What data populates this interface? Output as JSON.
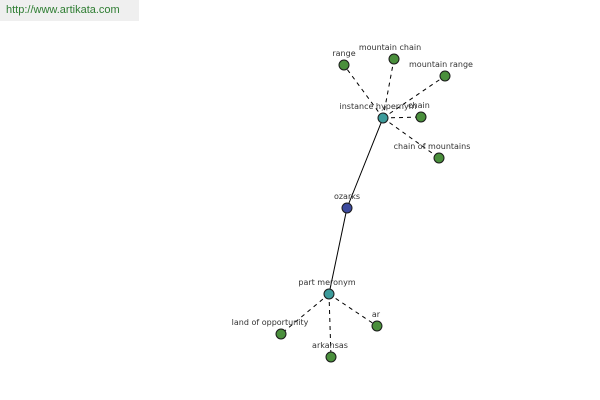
{
  "header": {
    "url": "http://www.artikata.com"
  },
  "colors": {
    "root": "#3c4a9e",
    "relation": "#3d9b9b",
    "leaf": "#4a8f3c"
  },
  "graph": {
    "nodes": [
      {
        "id": "ozarks",
        "label": "ozarks",
        "kind": "root"
      },
      {
        "id": "instance-hypernym",
        "label": "instance hypernym",
        "kind": "relation"
      },
      {
        "id": "part-meronym",
        "label": "part meronym",
        "kind": "relation"
      },
      {
        "id": "range",
        "label": "range",
        "kind": "leaf"
      },
      {
        "id": "mountain-chain",
        "label": "mountain chain",
        "kind": "leaf"
      },
      {
        "id": "mountain-range",
        "label": "mountain range",
        "kind": "leaf"
      },
      {
        "id": "chain",
        "label": "chain",
        "kind": "leaf"
      },
      {
        "id": "chain-of-mountains",
        "label": "chain of mountains",
        "kind": "leaf"
      },
      {
        "id": "land-of-opportunity",
        "label": "land of opportunity",
        "kind": "leaf"
      },
      {
        "id": "arkansas",
        "label": "arkansas",
        "kind": "leaf"
      },
      {
        "id": "ar",
        "label": "ar",
        "kind": "leaf"
      }
    ],
    "edges": [
      {
        "from": "ozarks",
        "to": "instance-hypernym",
        "style": "solid"
      },
      {
        "from": "ozarks",
        "to": "part-meronym",
        "style": "solid"
      },
      {
        "from": "instance-hypernym",
        "to": "range",
        "style": "dashed"
      },
      {
        "from": "instance-hypernym",
        "to": "mountain-chain",
        "style": "dashed"
      },
      {
        "from": "instance-hypernym",
        "to": "mountain-range",
        "style": "dashed"
      },
      {
        "from": "instance-hypernym",
        "to": "chain",
        "style": "dashed"
      },
      {
        "from": "instance-hypernym",
        "to": "chain-of-mountains",
        "style": "dashed"
      },
      {
        "from": "part-meronym",
        "to": "land-of-opportunity",
        "style": "dashed"
      },
      {
        "from": "part-meronym",
        "to": "arkansas",
        "style": "dashed"
      },
      {
        "from": "part-meronym",
        "to": "ar",
        "style": "dashed"
      }
    ]
  }
}
